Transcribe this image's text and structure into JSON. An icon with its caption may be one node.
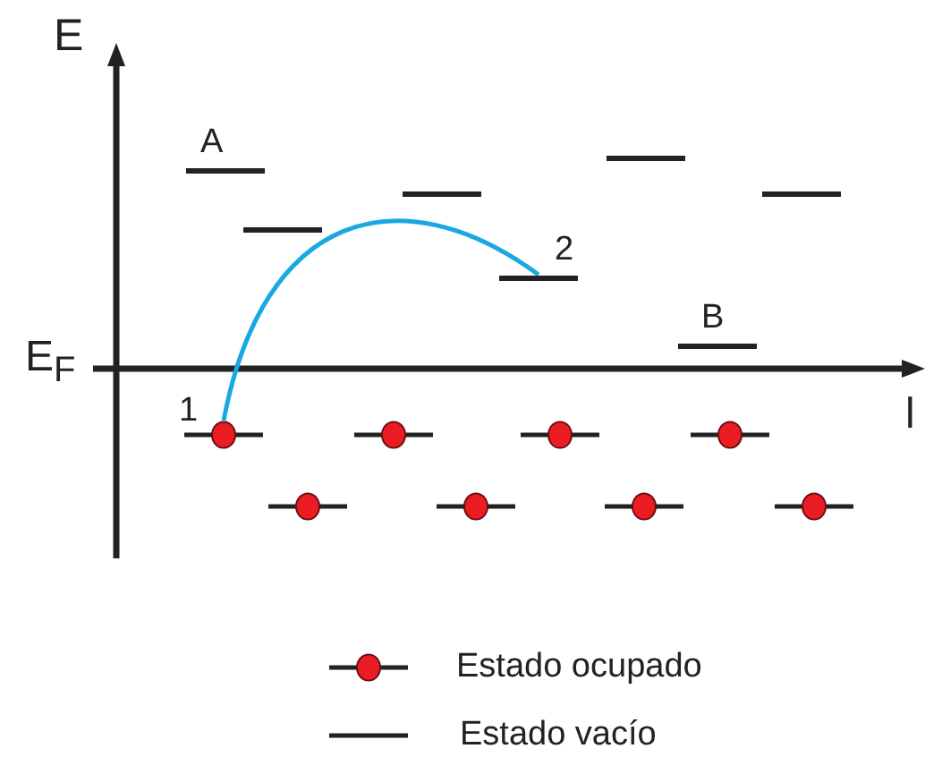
{
  "diagram": {
    "nodes": [
      {
        "text": [],
        "shape": "bar"
      },
      {
        "text": [],
        "shape": "bar",
        "beside": [
          "A"
        ]
      },
      {
        "text": [],
        "shape": "bar"
      },
      {
        "text": [],
        "shape": "bar"
      },
      {
        "text": [],
        "shape": "bar"
      },
      {
        "text": [],
        "shape": "bar",
        "beside": [
          "2"
        ]
      },
      {
        "text": [],
        "shape": "bar",
        "beside": [
          "B"
        ]
      },
      {
        "text": [],
        "shape": "circle",
        "beside": [
          "1"
        ]
      },
      {
        "text": [],
        "shape": "circle"
      },
      {
        "text": [],
        "shape": "circle"
      },
      {
        "text": [],
        "shape": "circle"
      },
      {
        "text": [],
        "shape": "circle"
      },
      {
        "text": [],
        "shape": "circle"
      },
      {
        "text": [],
        "shape": "circle"
      },
      {
        "text": [],
        "shape": "circle"
      }
    ],
    "edges": [
      {
        "from": 7,
        "to": 5,
        "arrow": "none"
      }
    ],
    "labels": [
      "E",
      "E$_{F}$",
      "l"
    ],
    "legend": [
      {
        "text": "Estado ocupado"
      },
      {
        "text": "Estado vacío"
      }
    ]
  }
}
